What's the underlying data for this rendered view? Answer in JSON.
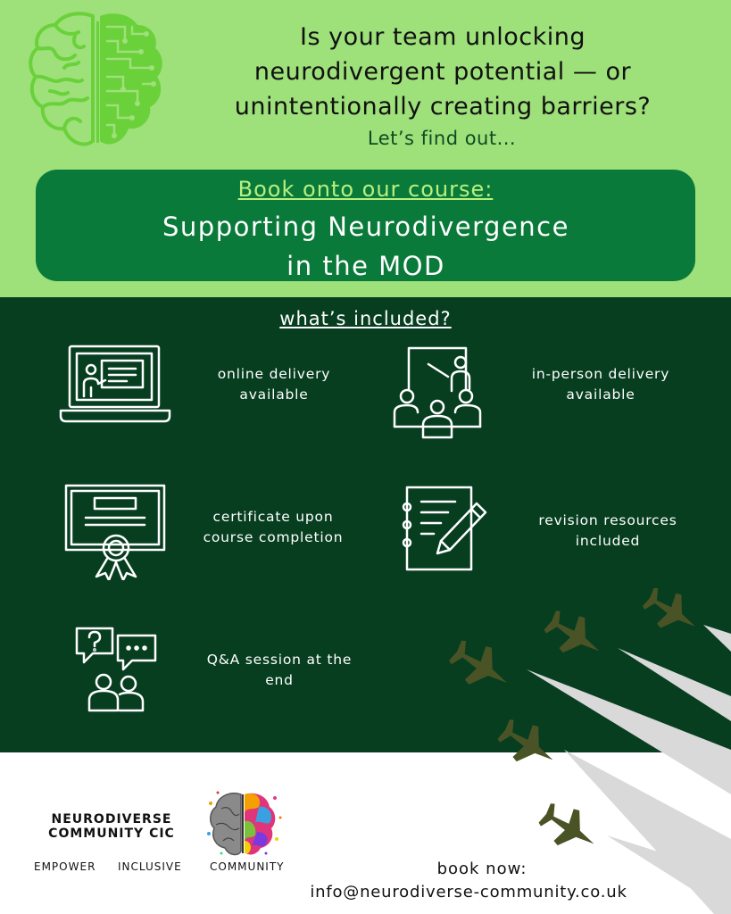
{
  "header": {
    "headline_lines": [
      "Is your team unlocking",
      "neurodivergent potential — or",
      "unintentionally creating barriers?"
    ],
    "subline": "Let’s find out..."
  },
  "banner": {
    "kicker": "Book onto our course:",
    "title_lines": [
      "Supporting Neurodivergence",
      "in the MOD"
    ]
  },
  "included": {
    "title": "what’s included?",
    "features": [
      {
        "icon": "laptop-presentation-icon",
        "lines": [
          "online delivery",
          "available"
        ]
      },
      {
        "icon": "classroom-presentation-icon",
        "lines": [
          "in-person delivery",
          "available"
        ]
      },
      {
        "icon": "certificate-icon",
        "lines": [
          "certificate upon",
          "course completion"
        ]
      },
      {
        "icon": "notepad-pencil-icon",
        "lines": [
          "revision resources",
          "included"
        ]
      },
      {
        "icon": "qa-chat-icon",
        "lines": [
          "Q&A session at the",
          "end"
        ]
      }
    ]
  },
  "footer": {
    "org_name_lines": [
      "NEURODIVERSE",
      "COMMUNITY CIC"
    ],
    "taglines": [
      "EMPOWER",
      "INCLUSIVE",
      "COMMUNITY"
    ],
    "book_label": "book now:",
    "email": "info@neurodiverse-community.co.uk"
  },
  "colors": {
    "top_bg": "#9ee07a",
    "banner_bg": "#0a7a3a",
    "kicker": "#b8f07f",
    "mid_bg": "#073e20",
    "jet": "#4a5325",
    "contrail": "#d9d9d9"
  }
}
